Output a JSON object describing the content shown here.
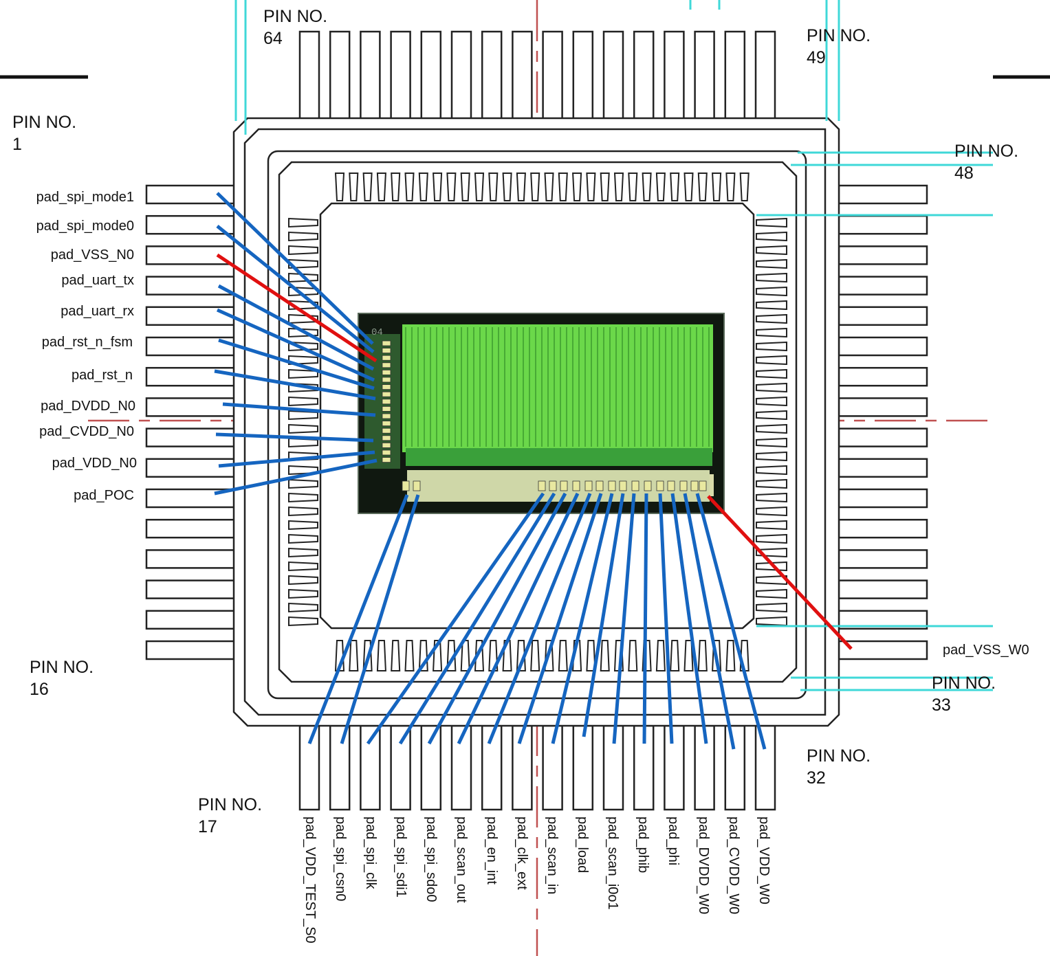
{
  "pin_labels": [
    {
      "id": "pin-64",
      "line1": "PIN NO.",
      "line2": "64"
    },
    {
      "id": "pin-49",
      "line1": "PIN NO.",
      "line2": "49"
    },
    {
      "id": "pin-1",
      "line1": "PIN NO.",
      "line2": "1"
    },
    {
      "id": "pin-48",
      "line1": "PIN NO.",
      "line2": "48"
    },
    {
      "id": "pin-16",
      "line1": "PIN NO.",
      "line2": "16"
    },
    {
      "id": "pin-33",
      "line1": "PIN NO.",
      "line2": "33"
    },
    {
      "id": "pin-32",
      "line1": "PIN NO.",
      "line2": "32"
    },
    {
      "id": "pin-17",
      "line1": "PIN NO.",
      "line2": "17"
    }
  ],
  "left_pads": [
    "pad_spi_mode1",
    "pad_spi_mode0",
    "pad_VSS_N0",
    "pad_uart_tx",
    "pad_uart_rx",
    "pad_rst_n_fsm",
    "pad_rst_n",
    "pad_DVDD_N0",
    "pad_CVDD_N0",
    "pad_VDD_N0",
    "pad_POC"
  ],
  "bottom_pads": [
    "pad_VDD_TEST_S0",
    "pad_spi_csn0",
    "pad_spi_clk",
    "pad_spi_sdi1",
    "pad_spi_sdo0",
    "pad_scan_out",
    "pad_en_int",
    "pad_clk_ext",
    "pad_scan_in",
    "pad_load",
    "pad_scan_i0o1",
    "pad_phib",
    "pad_phi",
    "pad_DVDD_W0",
    "pad_CVDD_W0",
    "pad_VDD_W0"
  ],
  "right_pad": "pad_VSS_W0",
  "die_marking": "04",
  "colors": {
    "bond_wire": "#1565c0",
    "ground_wire": "#e01010",
    "package_outline": "#222222",
    "guide_cyan": "#3fd8d8",
    "center_line": "#c04040",
    "die_green": "#6bd84a",
    "die_dark": "#101810"
  }
}
